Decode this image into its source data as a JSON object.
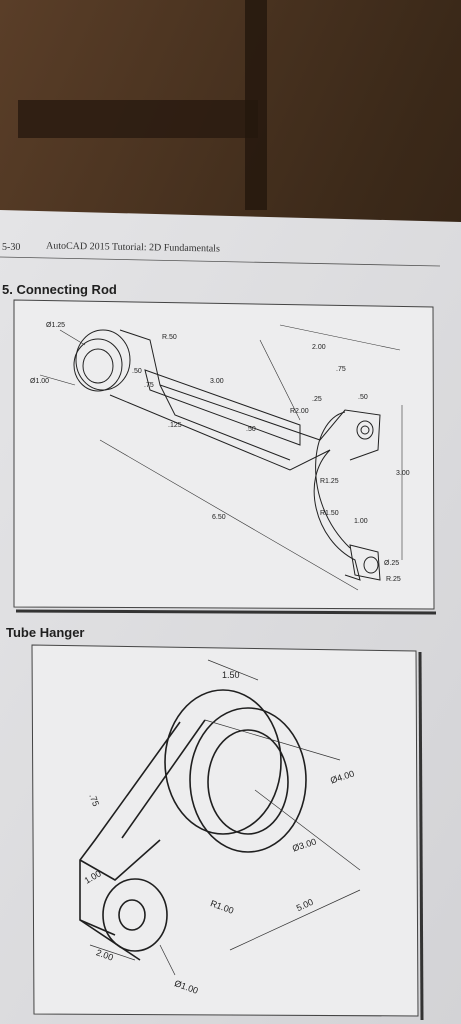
{
  "header": {
    "page_number": "5-30",
    "book_title": "AutoCAD 2015 Tutorial: 2D Fundamentals"
  },
  "figure1": {
    "title": "5. Connecting Rod",
    "dimensions": {
      "d1": "Ø1.25",
      "d2": "Ø1.00",
      "d3": "R.50",
      "d4": ".50",
      "d5": ".75",
      "d6": "3.00",
      "d7": ".125",
      "d8": ".50",
      "d9": "2.00",
      "d10": ".75",
      "d11": ".50",
      "d12": ".25",
      "d13": "R2.00",
      "d14": "R1.25",
      "d15": "R1.50",
      "d16": "1.00",
      "d17": "3.00",
      "d18": "Ø.25",
      "d19": "R.25",
      "d20": "6.50"
    }
  },
  "figure2": {
    "title": "Tube Hanger",
    "dimensions": {
      "width_top": "1.50",
      "slope": ".75",
      "height_left": "1.00",
      "base": "2.00",
      "outer_dia": "Ø4.00",
      "inner_dia": "Ø3.00",
      "radius": "R1.00",
      "length": "5.00",
      "hole_dia": "Ø1.00"
    }
  },
  "colors": {
    "paper": "#e9e9ea",
    "wood_dark": "#2f2015",
    "wood_light": "#6b4a30",
    "ink": "#222222"
  }
}
